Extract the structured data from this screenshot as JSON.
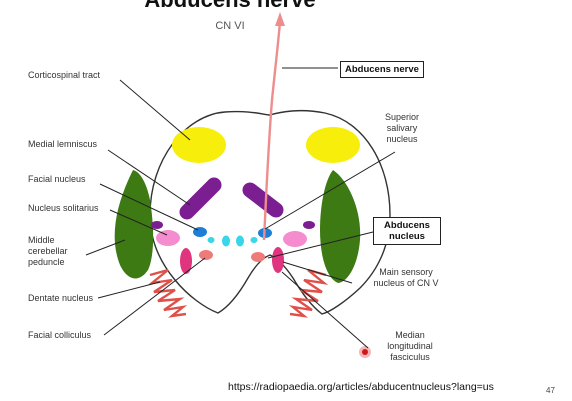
{
  "title": "Abducens nerve",
  "subtitle": "CN VI",
  "labels": {
    "corticospinal": "Corticospinal tract",
    "medial_lemniscus": "Medial lemniscus",
    "facial_nucleus": "Facial nucleus",
    "nucleus_solitarius": "Nucleus solitarius",
    "middle_cerebellar": "Middle\ncerebellar\npeduncle",
    "dentate": "Dentate nucleus",
    "facial_colliculus": "Facial colliculus",
    "superior_salivary": "Superior\nsalivary\nnucleus",
    "main_sensory": "Main sensory\nnucleus of CN V",
    "mlf": "Median\nlongitudinal\nfasciculus",
    "abducens_nerve": "Abducens nerve",
    "abducens_nucleus": "Abducens\nnucleus"
  },
  "url": "https://radiopaedia.org/articles/abducentnucleus?lang=us",
  "page_number": "47",
  "colors": {
    "corticospinal": "#f7ee0c",
    "medial_lemniscus": "#7b1e91",
    "peduncle": "#3d7a14",
    "facial_nucleus_blue": "#1e7ed6",
    "nucleus_pink": "#f48ccf",
    "magenta": "#e0347e",
    "salmon": "#ef7a7a",
    "cyan": "#37d6e8",
    "nerve_arrow": "#ee8d8d",
    "dentate": "#e0504a"
  }
}
